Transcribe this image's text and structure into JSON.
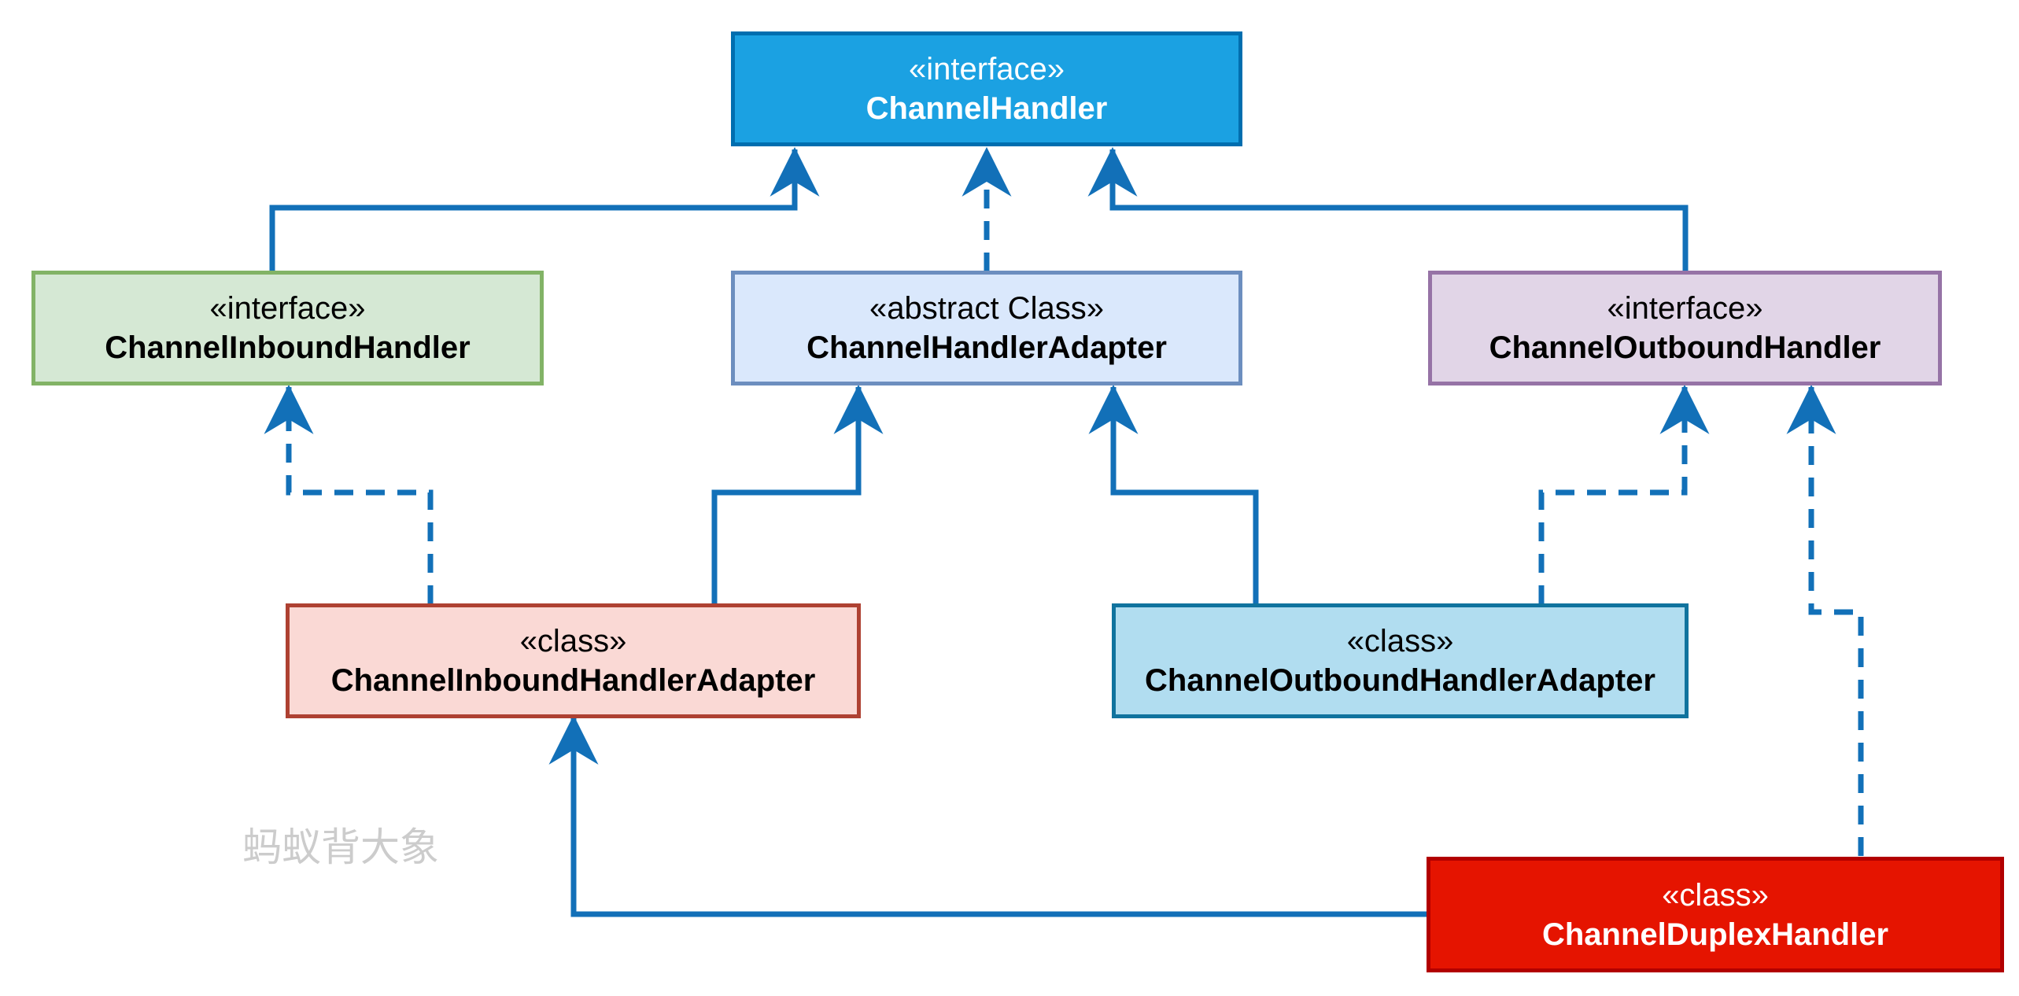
{
  "nodes": {
    "channel_handler": {
      "stereotype": "«interface»",
      "name": "ChannelHandler",
      "fill": "#1ba1e2",
      "stroke": "#006eaf",
      "text_color": "#ffffff"
    },
    "inbound_handler": {
      "stereotype": "«interface»",
      "name": "ChannelInboundHandler",
      "fill": "#d5e8d4",
      "stroke": "#82b366",
      "text_color": "#000000"
    },
    "handler_adapter": {
      "stereotype": "«abstract Class»",
      "name": "ChannelHandlerAdapter",
      "fill": "#dae8fc",
      "stroke": "#6c8ebf",
      "text_color": "#000000"
    },
    "outbound_handler": {
      "stereotype": "«interface»",
      "name": "ChannelOutboundHandler",
      "fill": "#e1d5e7",
      "stroke": "#9673a6",
      "text_color": "#000000"
    },
    "inbound_adapter": {
      "stereotype": "«class»",
      "name": "ChannelInboundHandlerAdapter",
      "fill": "#fad9d5",
      "stroke": "#ae4132",
      "text_color": "#000000"
    },
    "outbound_adapter": {
      "stereotype": "«class»",
      "name": "ChannelOutboundHandlerAdapter",
      "fill": "#b1ddf0",
      "stroke": "#10739e",
      "text_color": "#000000"
    },
    "duplex_handler": {
      "stereotype": "«class»",
      "name": "ChannelDuplexHandler",
      "fill": "#e51400",
      "stroke": "#b20000",
      "text_color": "#ffffff"
    }
  },
  "edges": [
    {
      "from": "inbound_handler",
      "to": "channel_handler",
      "relation": "extends"
    },
    {
      "from": "handler_adapter",
      "to": "channel_handler",
      "relation": "implements"
    },
    {
      "from": "outbound_handler",
      "to": "channel_handler",
      "relation": "extends"
    },
    {
      "from": "inbound_adapter",
      "to": "inbound_handler",
      "relation": "implements"
    },
    {
      "from": "inbound_adapter",
      "to": "handler_adapter",
      "relation": "extends"
    },
    {
      "from": "outbound_adapter",
      "to": "handler_adapter",
      "relation": "extends"
    },
    {
      "from": "outbound_adapter",
      "to": "outbound_handler",
      "relation": "implements"
    },
    {
      "from": "duplex_handler",
      "to": "inbound_adapter",
      "relation": "extends"
    },
    {
      "from": "duplex_handler",
      "to": "outbound_handler",
      "relation": "implements"
    }
  ],
  "edge_color": "#1270b8",
  "watermark": "蚂蚁背大象"
}
